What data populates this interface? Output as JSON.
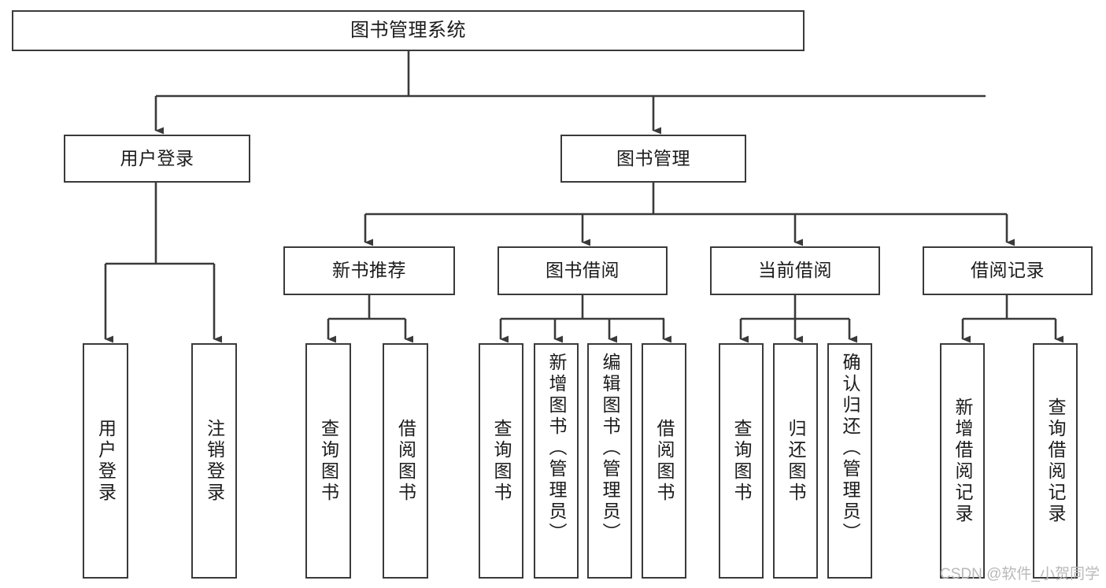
{
  "diagram": {
    "type": "tree-hierarchy-chart",
    "title": "图书管理系统",
    "orientation": "top-down",
    "style": {
      "box_border_color": "#3a3a3a",
      "box_fill_color": "#ffffff",
      "connector_color": "#3a3a3a",
      "text_color": "#1b1b1b",
      "background": "#ffffff"
    }
  },
  "root": {
    "label": "图书管理系统"
  },
  "level1": [
    {
      "label": "用户登录"
    },
    {
      "label": "图书管理"
    }
  ],
  "level2": [
    {
      "label": "新书推荐"
    },
    {
      "label": "图书借阅"
    },
    {
      "label": "当前借阅"
    },
    {
      "label": "借阅记录"
    }
  ],
  "leaves": {
    "user_login": [
      {
        "label": "用户登录"
      },
      {
        "label": "注销登录"
      }
    ],
    "new_book_recommend": [
      {
        "label": "查询图书"
      },
      {
        "label": "借阅图书"
      }
    ],
    "book_borrow": [
      {
        "label": "查询图书"
      },
      {
        "label": "新增图书（管理员）"
      },
      {
        "label": "编辑图书（管理员）"
      },
      {
        "label": "借阅图书"
      }
    ],
    "current_borrow": [
      {
        "label": "查询图书"
      },
      {
        "label": "归还图书"
      },
      {
        "label": "确认归还（管理员）"
      }
    ],
    "borrow_record": [
      {
        "label": "新增借阅记录"
      },
      {
        "label": "查询借阅记录"
      }
    ]
  },
  "watermark": {
    "text": "CSDN @软件_小贺同学"
  }
}
